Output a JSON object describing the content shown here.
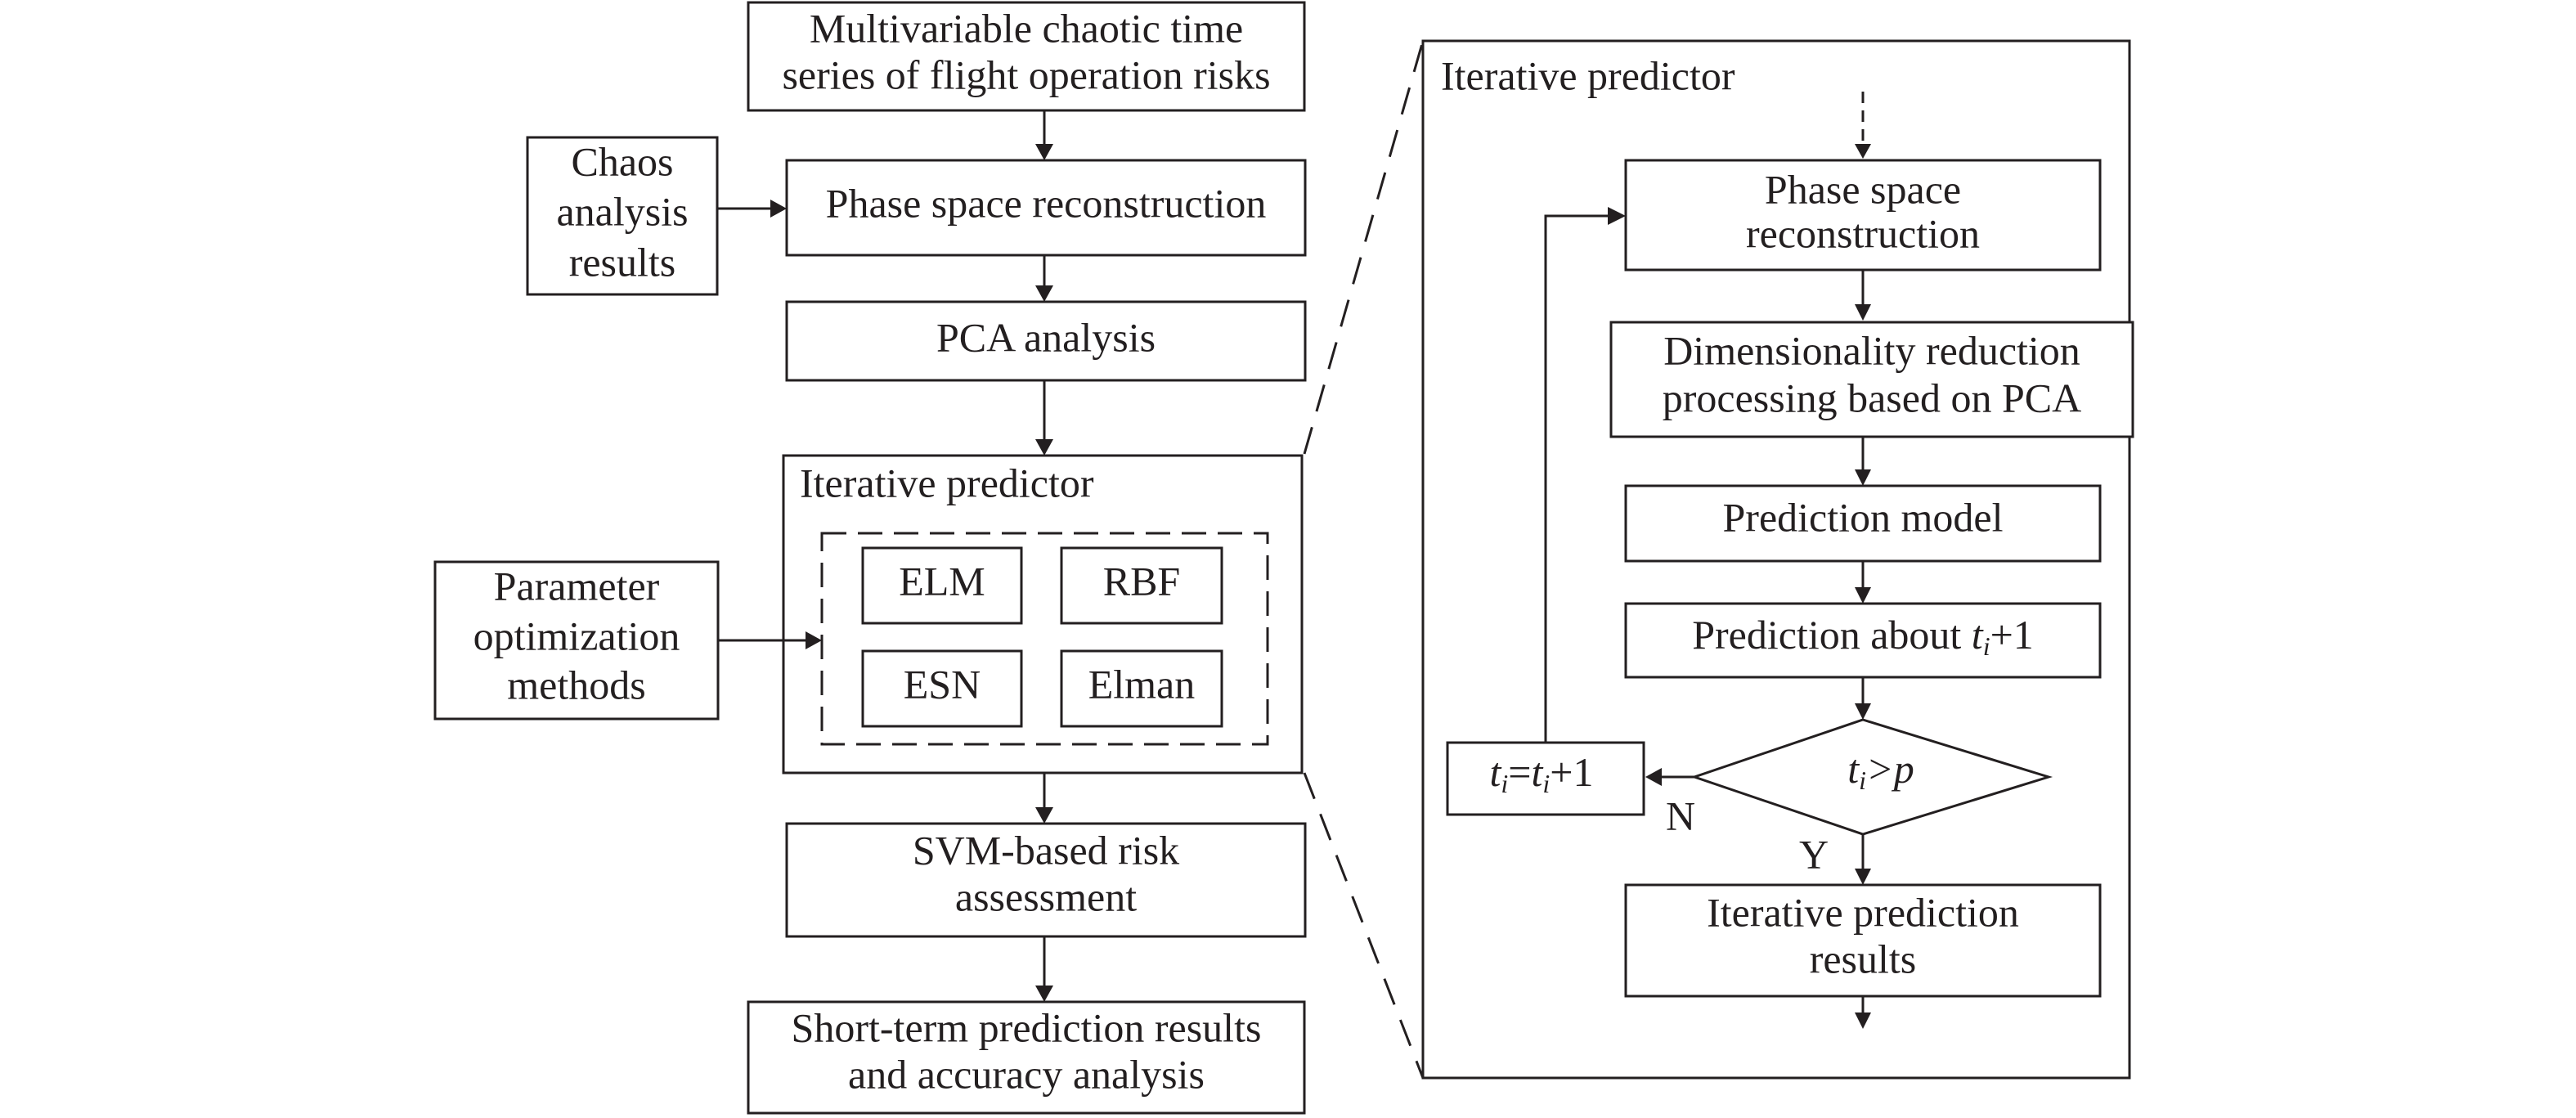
{
  "left_flow": {
    "input_series": [
      "Multivariable chaotic time",
      "series of flight operation risks"
    ],
    "chaos_results": [
      "Chaos",
      "analysis",
      "results"
    ],
    "phase_space": "Phase space reconstruction",
    "pca": "PCA analysis",
    "iterative_predictor_title": "Iterative predictor",
    "models": [
      "ELM",
      "RBF",
      "ESN",
      "Elman"
    ],
    "param_opt": [
      "Parameter",
      "optimization",
      "methods"
    ],
    "svm": [
      "SVM-based risk",
      "assessment"
    ],
    "short_term": [
      "Short-term prediction results",
      "and accuracy analysis"
    ]
  },
  "detail": {
    "title": "Iterative predictor",
    "phase_space": [
      "Phase space",
      "reconstruction"
    ],
    "dim_reduction": [
      "Dimensionality reduction",
      "processing based on PCA"
    ],
    "prediction_model": "Prediction model",
    "prediction_about_prefix": "Prediction about ",
    "prediction_about_var": "t",
    "prediction_about_sub": "i",
    "prediction_about_suffix": "+1",
    "decision_var": "t",
    "decision_sub": "i",
    "decision_rest": ">p",
    "update_var1": "t",
    "update_sub1": "i",
    "update_eq": "=",
    "update_var2": "t",
    "update_sub2": "i",
    "update_rest": "+1",
    "no_label": "N",
    "yes_label": "Y",
    "results": [
      "Iterative prediction",
      "results"
    ]
  }
}
